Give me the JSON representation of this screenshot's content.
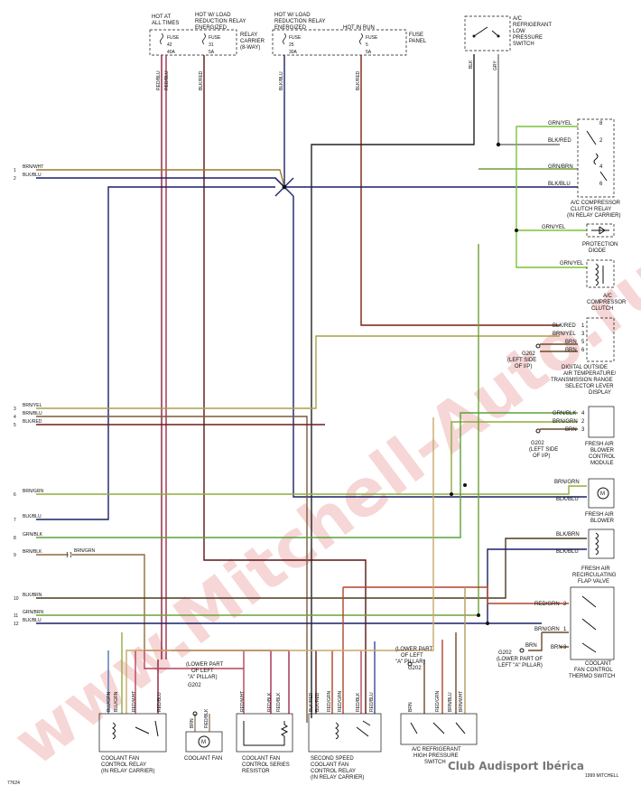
{
  "fuse_panel": {
    "hot_at_all_times": [
      "HOT AT",
      "ALL TIMES"
    ],
    "hot_w_load_1": [
      "HOT W/ LOAD",
      "REDUCTION RELAY",
      "ENERGIZED"
    ],
    "hot_w_load_2": [
      "HOT W/ LOAD",
      "REDUCTION RELAY",
      "ENERGIZED"
    ],
    "hot_in_run": "HOT IN RUN",
    "relay_carrier": [
      "RELAY",
      "CARRIER",
      "(8-WAY)"
    ],
    "fuse_panel_label": [
      "FUSE",
      "PANEL"
    ],
    "fuses": [
      {
        "label": "FUSE",
        "num": "42",
        "amp": "40A"
      },
      {
        "label": "FUSE",
        "num": "31",
        "amp": "5A"
      },
      {
        "label": "FUSE",
        "num": "25",
        "amp": "30A"
      },
      {
        "label": "FUSE",
        "num": "5",
        "amp": "5A"
      }
    ]
  },
  "vertical_wires": [
    "RED/BLU",
    "RED/BLU",
    "BLK/RED",
    "BLK/BLU",
    "BLK/RED",
    "BLK",
    "GRY"
  ],
  "left_terminals": [
    {
      "num": "1",
      "wire": "BRN/WHT"
    },
    {
      "num": "2",
      "wire": "BLK/BLU"
    },
    {
      "num": "3",
      "wire": "BRN/YEL"
    },
    {
      "num": "4",
      "wire": "BRN/BLU"
    },
    {
      "num": "5",
      "wire": "BLK/RED"
    },
    {
      "num": "6",
      "wire": "BRN/GRN"
    },
    {
      "num": "7",
      "wire": "BLK/BLU"
    },
    {
      "num": "8",
      "wire": "GRN/BLK"
    },
    {
      "num": "9",
      "wire": "BRN/BLK"
    },
    {
      "num": "10",
      "wire": "BLK/BRN"
    },
    {
      "num": "11",
      "wire": "GRN/BRN"
    },
    {
      "num": "12",
      "wire": "BLK/BLU"
    }
  ],
  "brn_grn_9": "BRN/GRN",
  "components": {
    "ac_low_switch": [
      "A/C",
      "REFRIGERANT",
      "LOW",
      "PRESSURE",
      "SWITCH"
    ],
    "compressor_relay": {
      "pins": [
        {
          "wire": "GRN/YEL",
          "num": "8"
        },
        {
          "wire": "BLK/RED",
          "num": "2"
        },
        {
          "wire": "GRN/BRN",
          "num": "4"
        },
        {
          "wire": "BLK/BLU",
          "num": "6"
        }
      ],
      "label": [
        "A/C COMPRESSOR",
        "CLUTCH RELAY",
        "(IN RELAY CARRIER)"
      ]
    },
    "protection_diode": {
      "wire": "GRN/YEL",
      "label": [
        "PROTECTION",
        "DIODE"
      ]
    },
    "compressor_clutch": {
      "wire": "GRN/YEL",
      "label": [
        "A/C",
        "COMPRESSOR",
        "CLUTCH"
      ]
    },
    "digital_display": {
      "pins": [
        {
          "wire": "BLK/RED",
          "num": "1"
        },
        {
          "wire": "BRN/YEL",
          "num": "3"
        },
        {
          "wire": "BRN",
          "num": "5"
        },
        {
          "wire": "BRN",
          "num": "6"
        }
      ],
      "ground": [
        "G202",
        "(LEFT SIDE",
        "OF I/P)"
      ],
      "label": [
        "DIGITAL OUTSIDE",
        "AIR TEMPERATURE/",
        "TRANSMISSION RANGE",
        "SELECTOR LEVER",
        "DISPLAY"
      ]
    },
    "blower_control": {
      "pins": [
        {
          "wire": "GRN/BLK",
          "num": "4"
        },
        {
          "wire": "BRN/GRN",
          "num": "2"
        },
        {
          "wire": "BRN",
          "num": "3"
        }
      ],
      "ground": [
        "G202",
        "(LEFT SIDE",
        "OF I/P)"
      ],
      "label": [
        "FRESH AIR",
        "BLOWER",
        "CONTROL",
        "MODULE"
      ]
    },
    "blower": {
      "wires": [
        "BRN/GRN",
        "BLK/BLU"
      ],
      "label": [
        "FRESH AIR",
        "BLOWER"
      ]
    },
    "flap_valve": {
      "wires": [
        "BLK/BRN",
        "BLK/BLU"
      ],
      "label": [
        "FRESH AIR",
        "RECIRCULATING",
        "FLAP VALVE"
      ]
    },
    "thermo_switch": {
      "pins": [
        {
          "wire": "RED/GRN",
          "num": "2"
        },
        {
          "wire": "BRN/GRN",
          "num": "1"
        },
        {
          "wire": "BRN",
          "num": "3"
        }
      ],
      "ground": [
        "G202",
        "(LOWER PART OF",
        "LEFT \"A\" PILLAR)"
      ],
      "label": [
        "COOLANT",
        "FAN CONTROL",
        "THERMO SWITCH"
      ]
    }
  },
  "bottom": {
    "relay1": {
      "wires": [
        "BLU/GRN",
        "BLU/GRN",
        "RED/WHT",
        "RED/BLU"
      ],
      "label": [
        "COOLANT FAN",
        "CONTROL RELAY",
        "(IN RELAY CARRIER)"
      ]
    },
    "fan": {
      "ground": [
        "(LOWER PART",
        "OF LEFT",
        "\"A\" PILLAR)",
        "G202"
      ],
      "wires": [
        "BRN",
        "RED/BLK"
      ],
      "label": "COOLANT FAN"
    },
    "resistor": {
      "wires": [
        "RED/WHT",
        "RED/BLK",
        "RED/BLK"
      ],
      "label": [
        "COOLANT FAN",
        "CONTROL SERIES",
        "RESISTOR"
      ]
    },
    "relay2": {
      "wires": [
        "BLK/RED",
        "BLK/RED",
        "RED/GRN",
        "RED/GRN",
        "RED/BLK",
        "RED/BLU"
      ],
      "label": [
        "SECOND SPEED",
        "COOLANT FAN",
        "CONTROL RELAY",
        "(IN RELAY CARRIER)"
      ]
    },
    "high_switch": {
      "ground": [
        "(LOWER PART",
        "OF LEFT",
        "\"A\" PILLAR)",
        "G202"
      ],
      "wires": [
        "BRN",
        "RED/GRN",
        "BRN/BLU",
        "BRN/WHT"
      ],
      "label": [
        "A/C REFRIGERANT",
        "HIGH PRESSURE",
        "SWITCH"
      ]
    }
  },
  "figure_id": "77624",
  "copyright": "1999 MITCHELL",
  "watermark": "www.Mitchell-Auto.ru",
  "club_mark": "Club Audisport Ibérica"
}
